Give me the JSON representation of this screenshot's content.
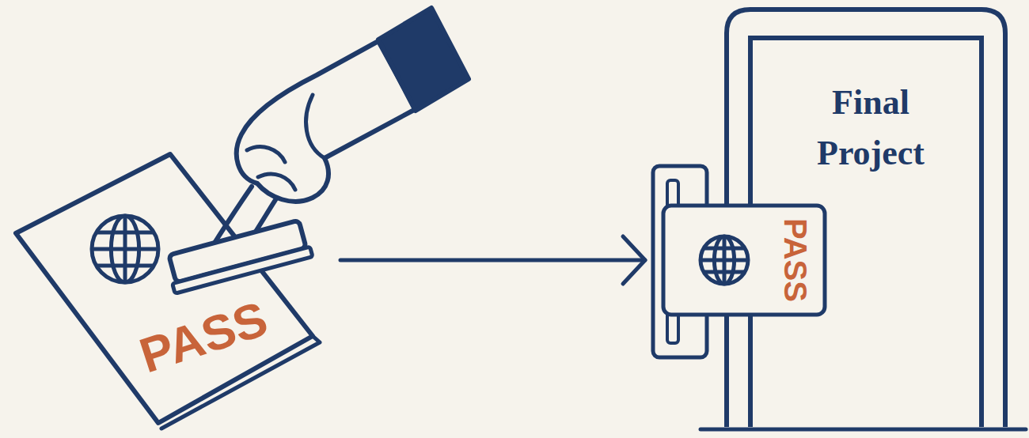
{
  "diagram": {
    "nodes": [
      {
        "text": [
          "PASS"
        ]
      },
      {
        "text": [
          "Final Project"
        ]
      },
      {
        "text": [
          "PASS"
        ]
      }
    ],
    "edges": [
      {
        "from": 0,
        "to": 2,
        "arrow": "to"
      }
    ]
  }
}
